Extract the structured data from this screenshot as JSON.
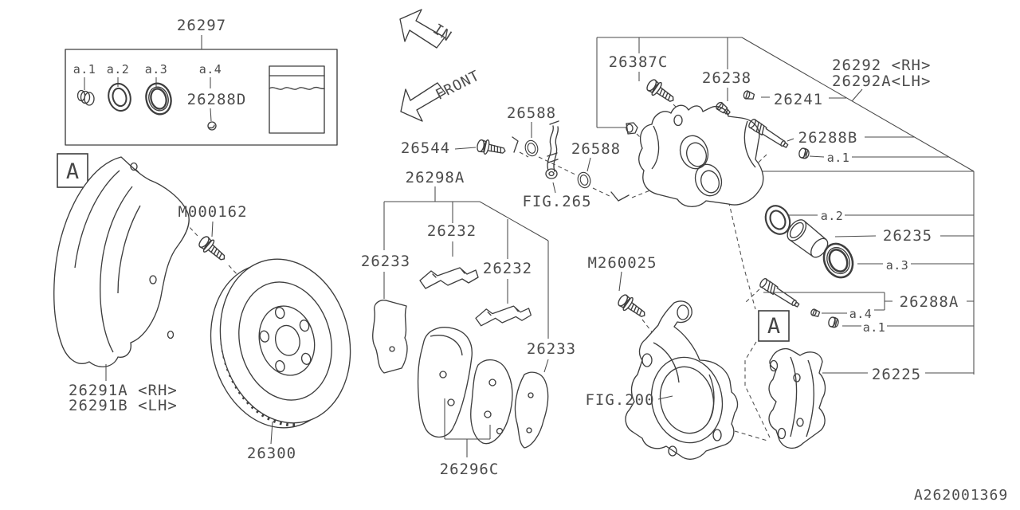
{
  "diagram": {
    "code": "A262001369",
    "view_marker": "A",
    "arrows": {
      "in": "IN",
      "front": "FRONT"
    },
    "callouts": {
      "seal_kit": "26297",
      "sub_a1": "a.1",
      "sub_a2": "a.2",
      "sub_a3": "a.3",
      "sub_a4": "a.4",
      "grease": "26288D",
      "bolt_26544": "26544",
      "gasket_26588": "26588",
      "fig_265": "FIG.265",
      "pad_kit": "26298A",
      "clip_26232": "26232",
      "shim_26233": "26233",
      "pad_set": "26296C",
      "lock_bolt_26387c": "26387C",
      "bleeder_26238": "26238",
      "cap_26241": "26241",
      "caliper_rh": "26292 <RH>",
      "caliper_lh": "26292A<LH>",
      "pin_26288b": "26288B",
      "piston_26235": "26235",
      "pin_26288a": "26288A",
      "support_26225": "26225",
      "bolt_m000162": "M000162",
      "bolt_m260025": "M260025",
      "fig_200": "FIG.200",
      "shield_rh": "26291A <RH>",
      "shield_lh": "26291B <LH>",
      "rotor_26300": "26300"
    }
  }
}
